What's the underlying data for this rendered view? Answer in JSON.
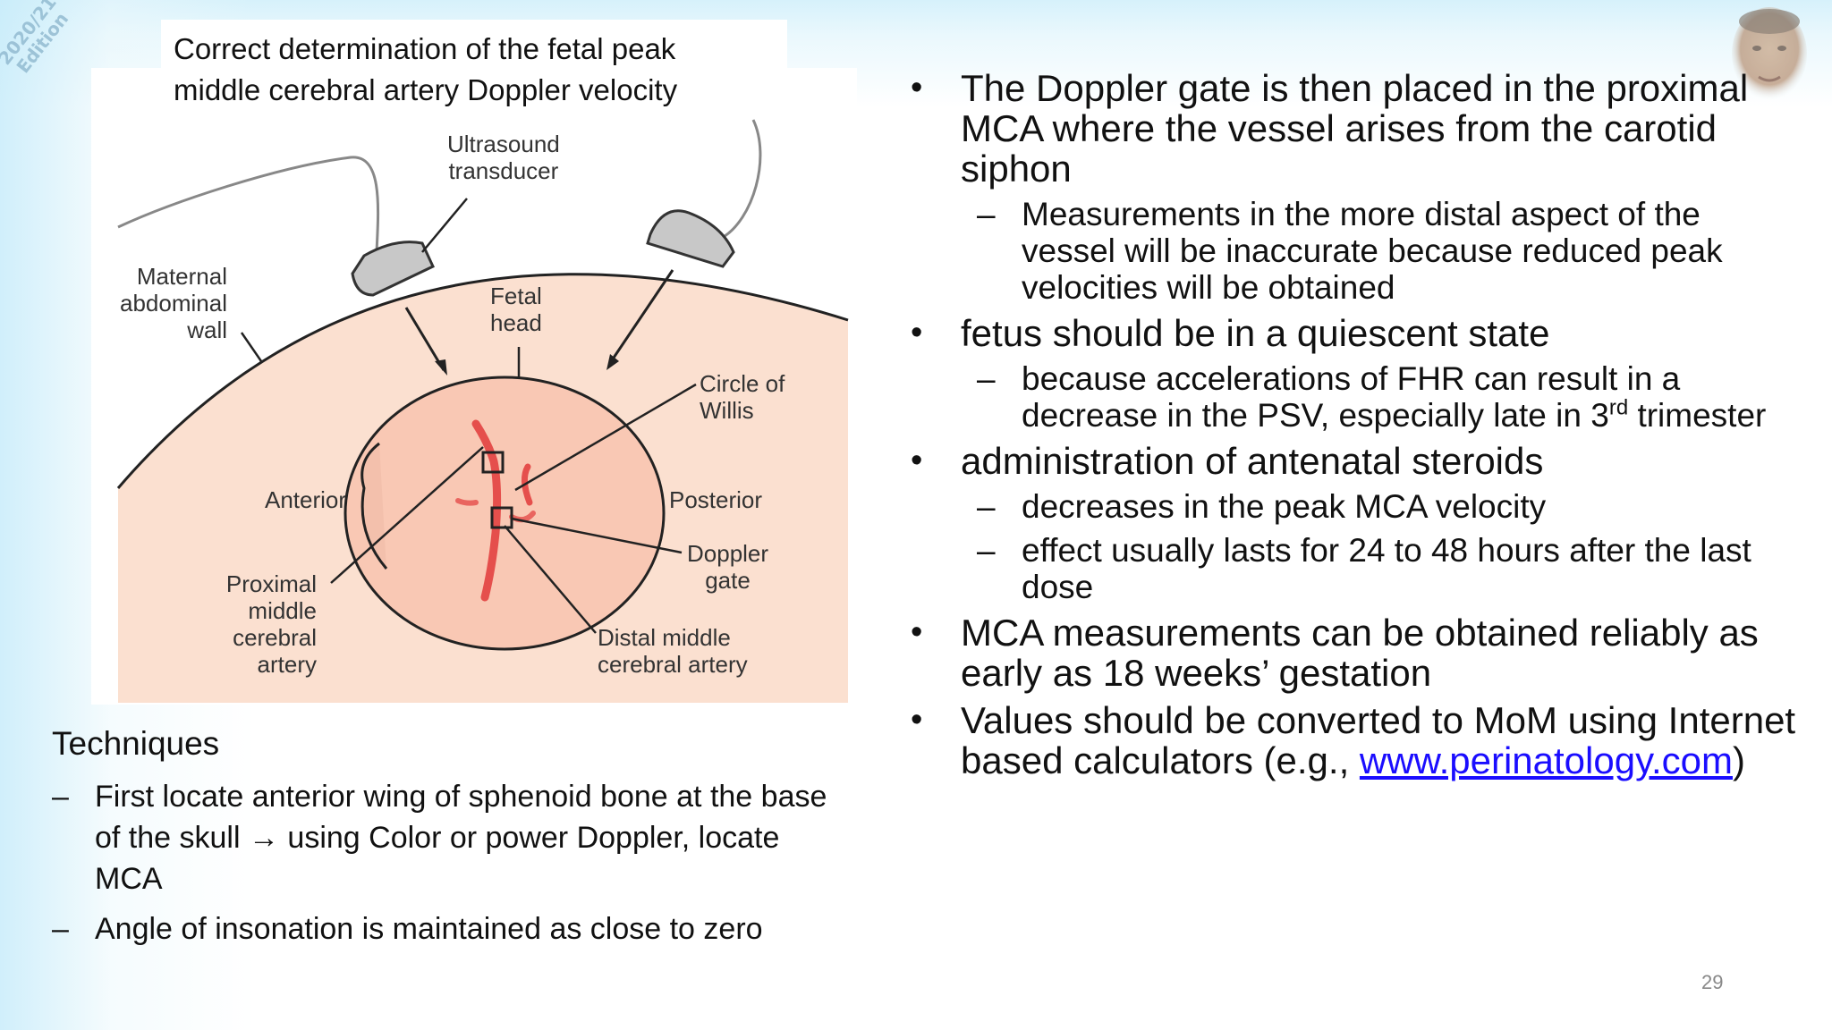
{
  "edition_stamp": [
    "2020/21",
    "Edition"
  ],
  "figure": {
    "title_lines": [
      "Correct determination of the fetal peak",
      "middle cerebral artery Doppler velocity"
    ],
    "labels": {
      "ultrasound_transducer": [
        "Ultrasound",
        "transducer"
      ],
      "maternal_abdominal_wall": [
        "Maternal",
        "abdominal",
        "wall"
      ],
      "fetal_head": [
        "Fetal",
        "head"
      ],
      "circle_of_willis": [
        "Circle of",
        "Willis"
      ],
      "anterior": "Anterior",
      "posterior": "Posterior",
      "doppler_gate": [
        "Doppler",
        "gate"
      ],
      "proximal_mca": [
        "Proximal",
        "middle",
        "cerebral",
        "artery"
      ],
      "distal_mca": [
        "Distal middle",
        "cerebral artery"
      ]
    }
  },
  "techniques": {
    "heading": "Techniques",
    "items": [
      "First locate anterior wing of sphenoid bone at the base of the skull → using Color or power Doppler, locate MCA",
      "Angle of insonation is maintained as close to zero"
    ]
  },
  "bullets": {
    "b1": "The Doppler gate is then placed in the proximal MCA where the vessel arises from the carotid siphon",
    "b1_sub1": "Measurements in the more distal aspect of the vessel will be inaccurate because reduced peak velocities will be obtained",
    "b2": "fetus should be in a quiescent state",
    "b2_sub1_pre": "because accelerations of FHR can result in a decrease in the PSV, especially late in 3",
    "b2_sub1_sup": "rd",
    "b2_sub1_post": "trimester",
    "b3": "administration of antenatal steroids",
    "b3_sub1": "decreases in the peak MCA velocity",
    "b3_sub2": "effect usually lasts for 24 to 48 hours after the last dose",
    "b4": "MCA measurements can be obtained reliably as early as 18 weeks’ gestation",
    "b5_pre": "Values should be converted to MoM using Internet based calculators (e.g.,",
    "b5_link": "www.perinatology.com",
    "b5_post": ")"
  },
  "bullet_marker": "•",
  "dash_marker": "–",
  "page_number": "29"
}
